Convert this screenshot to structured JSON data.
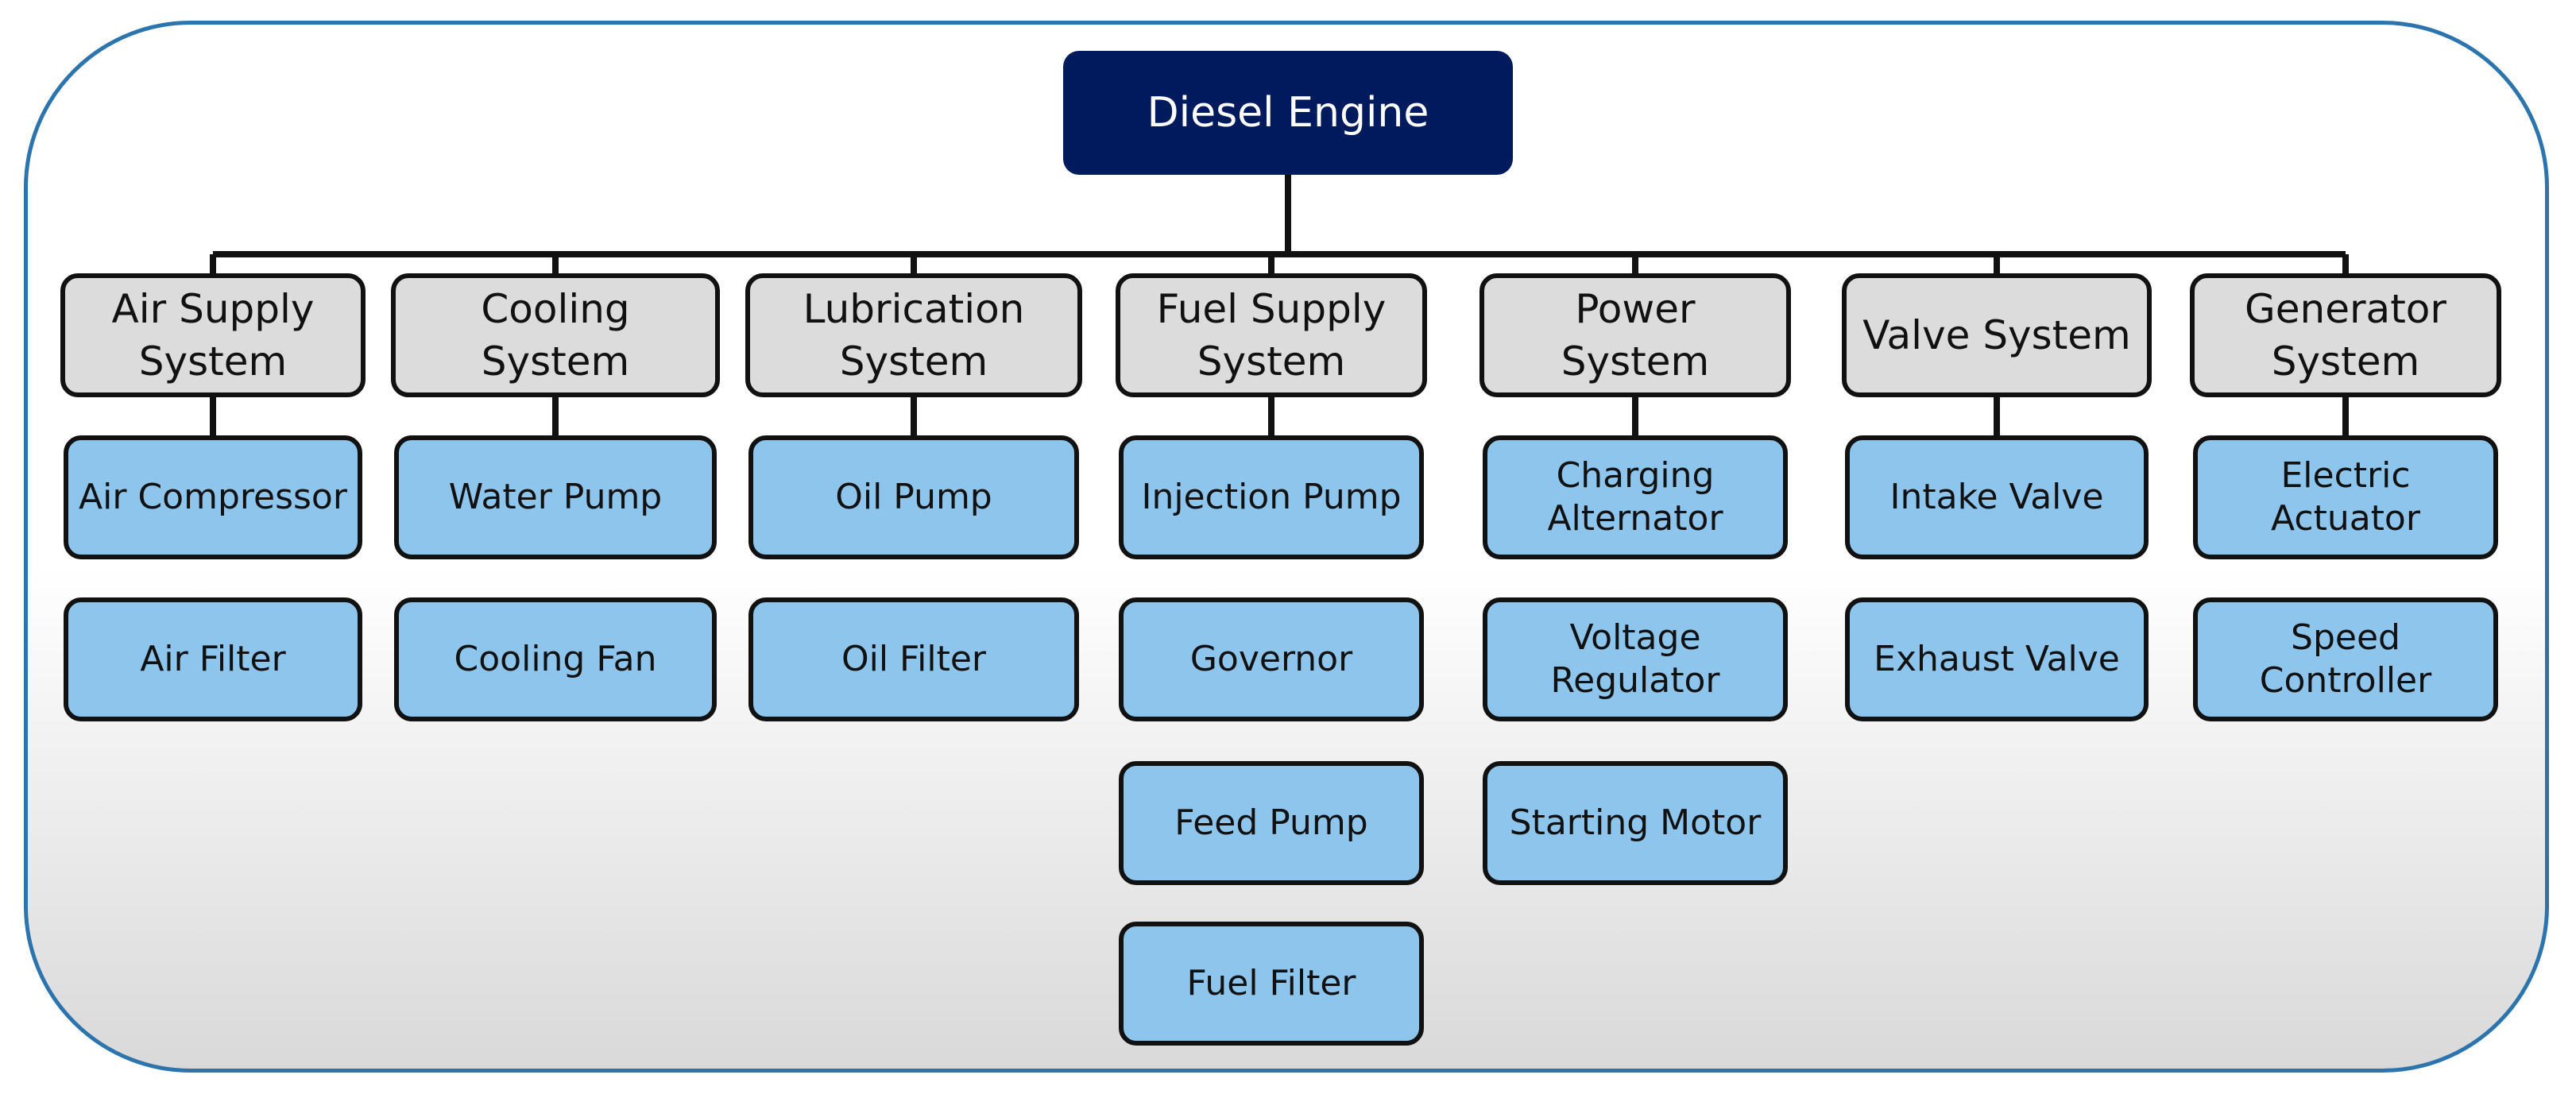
{
  "root": {
    "label": "Diesel Engine"
  },
  "systems": [
    {
      "label": "Air Supply\nSystem",
      "components": [
        "Air Compressor",
        "Air Filter"
      ]
    },
    {
      "label": "Cooling\nSystem",
      "components": [
        "Water Pump",
        "Cooling Fan"
      ]
    },
    {
      "label": "Lubrication\nSystem",
      "components": [
        "Oil Pump",
        "Oil Filter"
      ]
    },
    {
      "label": "Fuel Supply\nSystem",
      "components": [
        "Injection Pump",
        "Governor",
        "Feed Pump",
        "Fuel Filter"
      ]
    },
    {
      "label": "Power\nSystem",
      "components": [
        "Charging\nAlternator",
        "Voltage\nRegulator",
        "Starting Motor"
      ]
    },
    {
      "label": "Valve System",
      "components": [
        "Intake Valve",
        "Exhaust Valve"
      ]
    },
    {
      "label": "Generator\nSystem",
      "components": [
        "Electric\nActuator",
        "Speed\nController"
      ]
    }
  ],
  "colors": {
    "root_fill": "#001a5e",
    "system_fill": "#dcdcdc",
    "component_fill": "#8ec5ec",
    "frame_border": "#2c74ad",
    "line": "#111111"
  }
}
